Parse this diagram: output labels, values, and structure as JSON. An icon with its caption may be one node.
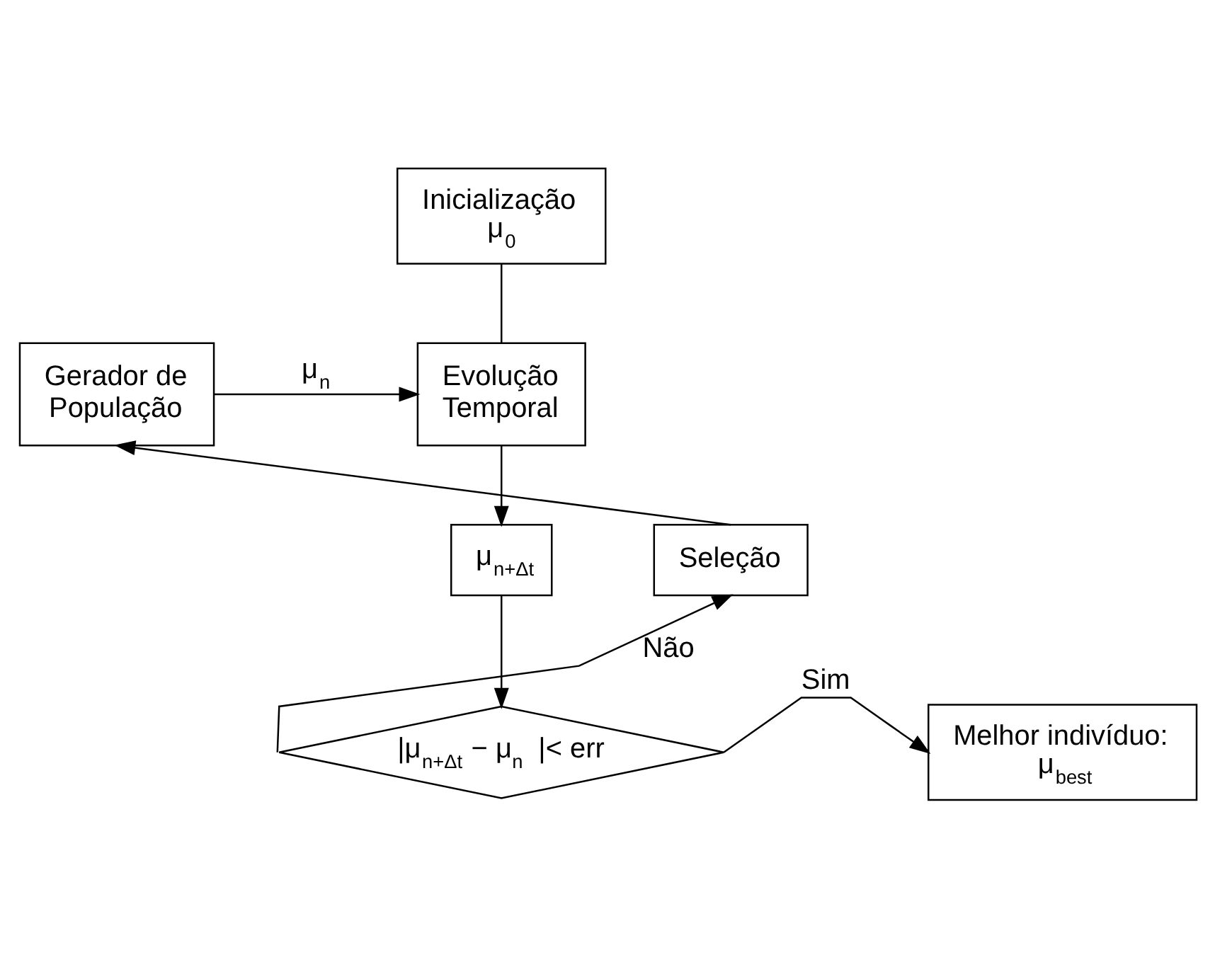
{
  "diagram": {
    "nodes": [
      {
        "text": [
          "Inicialização μ$_{0}$"
        ]
      },
      {
        "text": [
          "Evolução Temporal"
        ]
      },
      {
        "text": [
          "Gerador de População"
        ]
      },
      {
        "text": [
          "μ$_{n+Δt}$"
        ]
      },
      {
        "text": [
          "|μ$_{n+Δt}$ − μ$_{n}$ |< err"
        ]
      },
      {
        "text": [
          "Melhor indivíduo: μ$_{best}$"
        ]
      },
      {
        "text": [
          "Seleção"
        ]
      }
    ],
    "edges": [
      {
        "from": 0,
        "to": 1,
        "arrow": "none"
      },
      {
        "from": 2,
        "to": 1,
        "arrow": "to",
        "label": "μ$_{n}$"
      },
      {
        "from": 1,
        "to": 3,
        "arrow": "to"
      },
      {
        "from": 3,
        "to": 4,
        "arrow": "to"
      },
      {
        "from": 4,
        "to": 5,
        "arrow": "to",
        "label": "Sim"
      },
      {
        "from": 4,
        "to": 6,
        "arrow": "to",
        "label": "Não"
      },
      {
        "from": 6,
        "to": 2,
        "arrow": "to"
      }
    ]
  }
}
